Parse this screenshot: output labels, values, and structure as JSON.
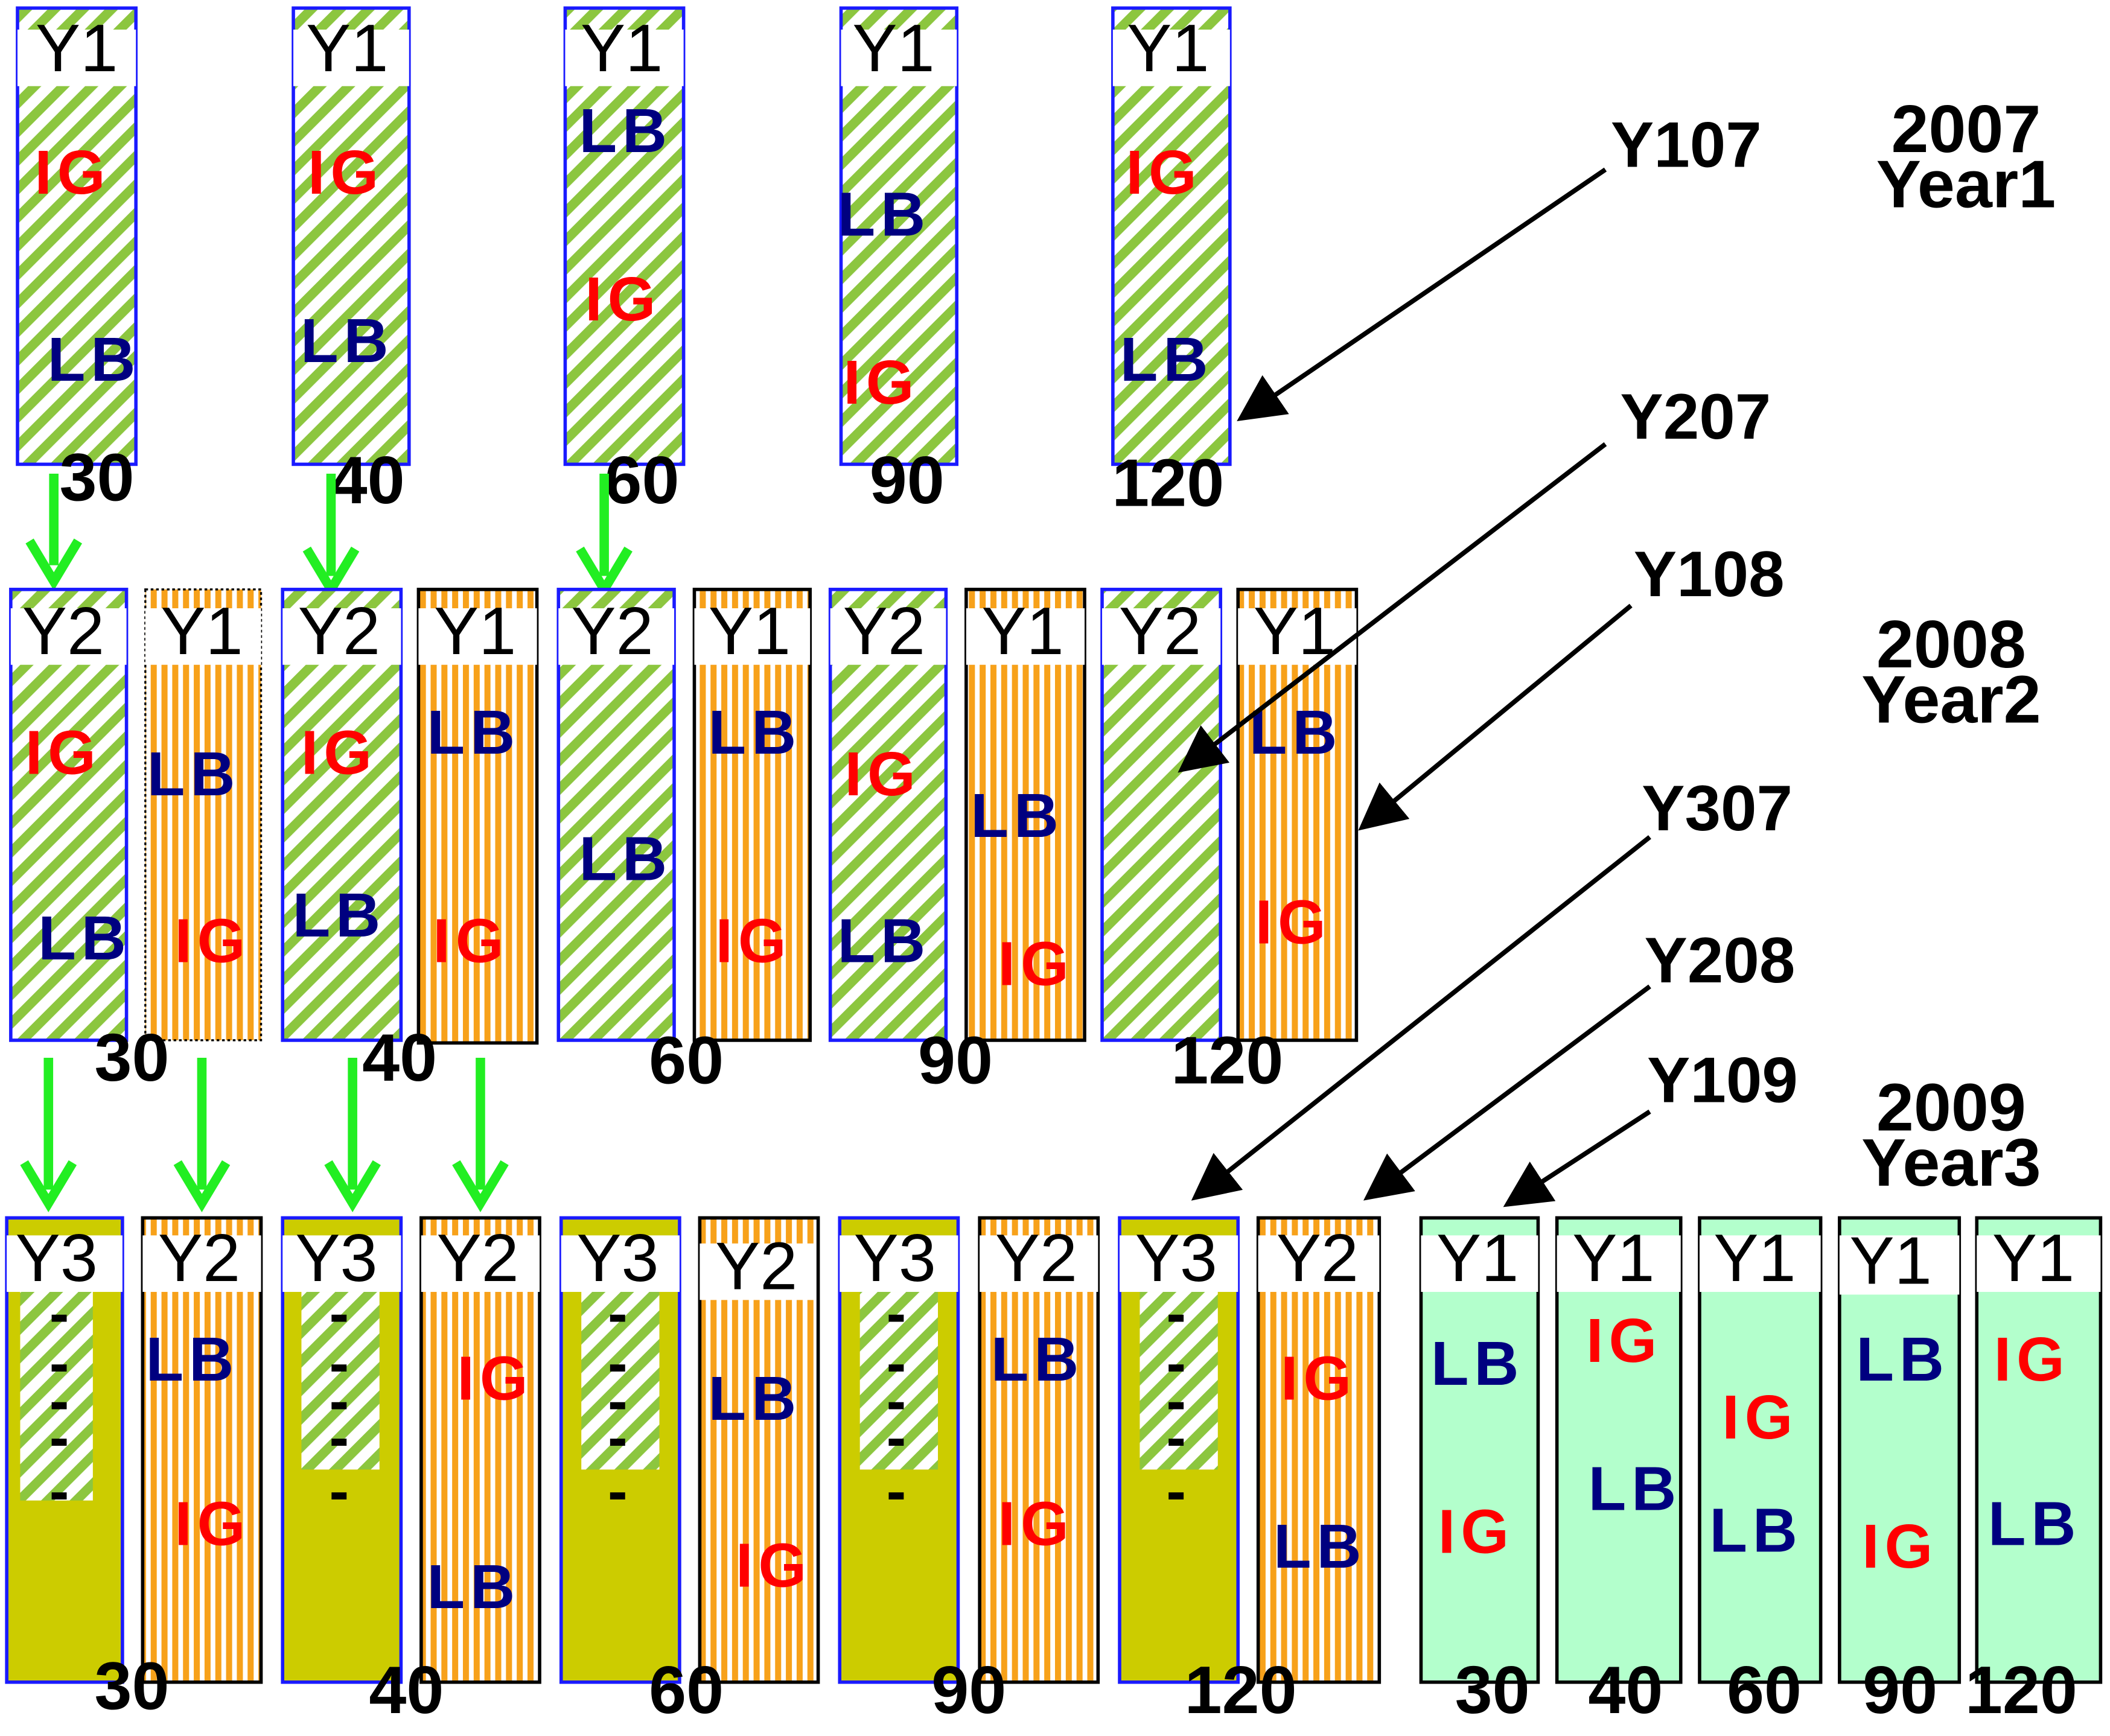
{
  "colors": {
    "green_stripe": "#8cc63f",
    "orange_stripe": "#f7a11a",
    "olive": "#cccc00",
    "mint": "#b3ffcc",
    "blue_border": "#1a1aff",
    "black_border": "#000000",
    "arrow_green": "#22ee22",
    "lb_text": "#000080",
    "ig_text": "#ff0000"
  },
  "years": {
    "y2007": "2007",
    "year1": "Year1",
    "y2008": "2008",
    "year2": "Year2",
    "y2009": "2009",
    "year3": "Year3"
  },
  "pointers": {
    "p1": "Y107",
    "p2": "Y207",
    "p3": "Y108",
    "p4": "Y307",
    "p5": "Y208",
    "p6": "Y109"
  },
  "row1": {
    "rates": [
      "30",
      "40",
      "60",
      "90",
      "120"
    ],
    "plots": [
      {
        "tag": "Y1",
        "m1": "IG",
        "m2": "LB"
      },
      {
        "tag": "Y1",
        "m1": "IG",
        "m2": "LB"
      },
      {
        "tag": "Y1",
        "m1": "LB",
        "m2": "IG"
      },
      {
        "tag": "Y1",
        "m1": "LB",
        "m2": "IG"
      },
      {
        "tag": "Y1",
        "m1": "IG",
        "m2": "LB"
      }
    ]
  },
  "row2": {
    "rates": [
      "30",
      "40",
      "60",
      "90",
      "120"
    ],
    "plots": [
      {
        "tag": "Y2",
        "m1": "IG",
        "m2": "LB"
      },
      {
        "tag": "Y1",
        "m1": "LB",
        "m2": "IG"
      },
      {
        "tag": "Y2",
        "m1": "IG",
        "m2": "LB"
      },
      {
        "tag": "Y1",
        "m1": "LB",
        "m2": "IG"
      },
      {
        "tag": "Y2",
        "m1": "LB"
      },
      {
        "tag": "Y1",
        "m1": "LB",
        "m2": "IG"
      },
      {
        "tag": "Y2",
        "m1": "IG",
        "m2": "LB"
      },
      {
        "tag": "Y1",
        "m1": "LB",
        "m2": "IG"
      },
      {
        "tag": "Y2"
      },
      {
        "tag": "Y1",
        "m1": "LB",
        "m2": "IG"
      }
    ]
  },
  "row3": {
    "rates": [
      "30",
      "40",
      "60",
      "90",
      "120",
      "30",
      "40",
      "60",
      "90",
      "120"
    ],
    "dash": "-",
    "plots": [
      {
        "tag": "Y3"
      },
      {
        "tag": "Y2",
        "m1": "LB",
        "m2": "IG"
      },
      {
        "tag": "Y3"
      },
      {
        "tag": "Y2",
        "m1": "IG",
        "m2": "LB"
      },
      {
        "tag": "Y3"
      },
      {
        "tag": "Y2",
        "m1": "LB",
        "m2": "IG"
      },
      {
        "tag": "Y3"
      },
      {
        "tag": "Y2",
        "m1": "LB",
        "m2": "IG"
      },
      {
        "tag": "Y3"
      },
      {
        "tag": "Y2",
        "m1": "IG",
        "m2": "LB"
      },
      {
        "tag": "Y1",
        "m1": "LB",
        "m2": "IG"
      },
      {
        "tag": "Y1",
        "m1": "IG",
        "m2": "LB"
      },
      {
        "tag": "Y1",
        "m1": "IG",
        "m2": "LB"
      },
      {
        "tag": "Y1",
        "m1": "LB",
        "m2": "IG"
      },
      {
        "tag": "Y1",
        "m1": "IG",
        "m2": "LB"
      }
    ]
  }
}
